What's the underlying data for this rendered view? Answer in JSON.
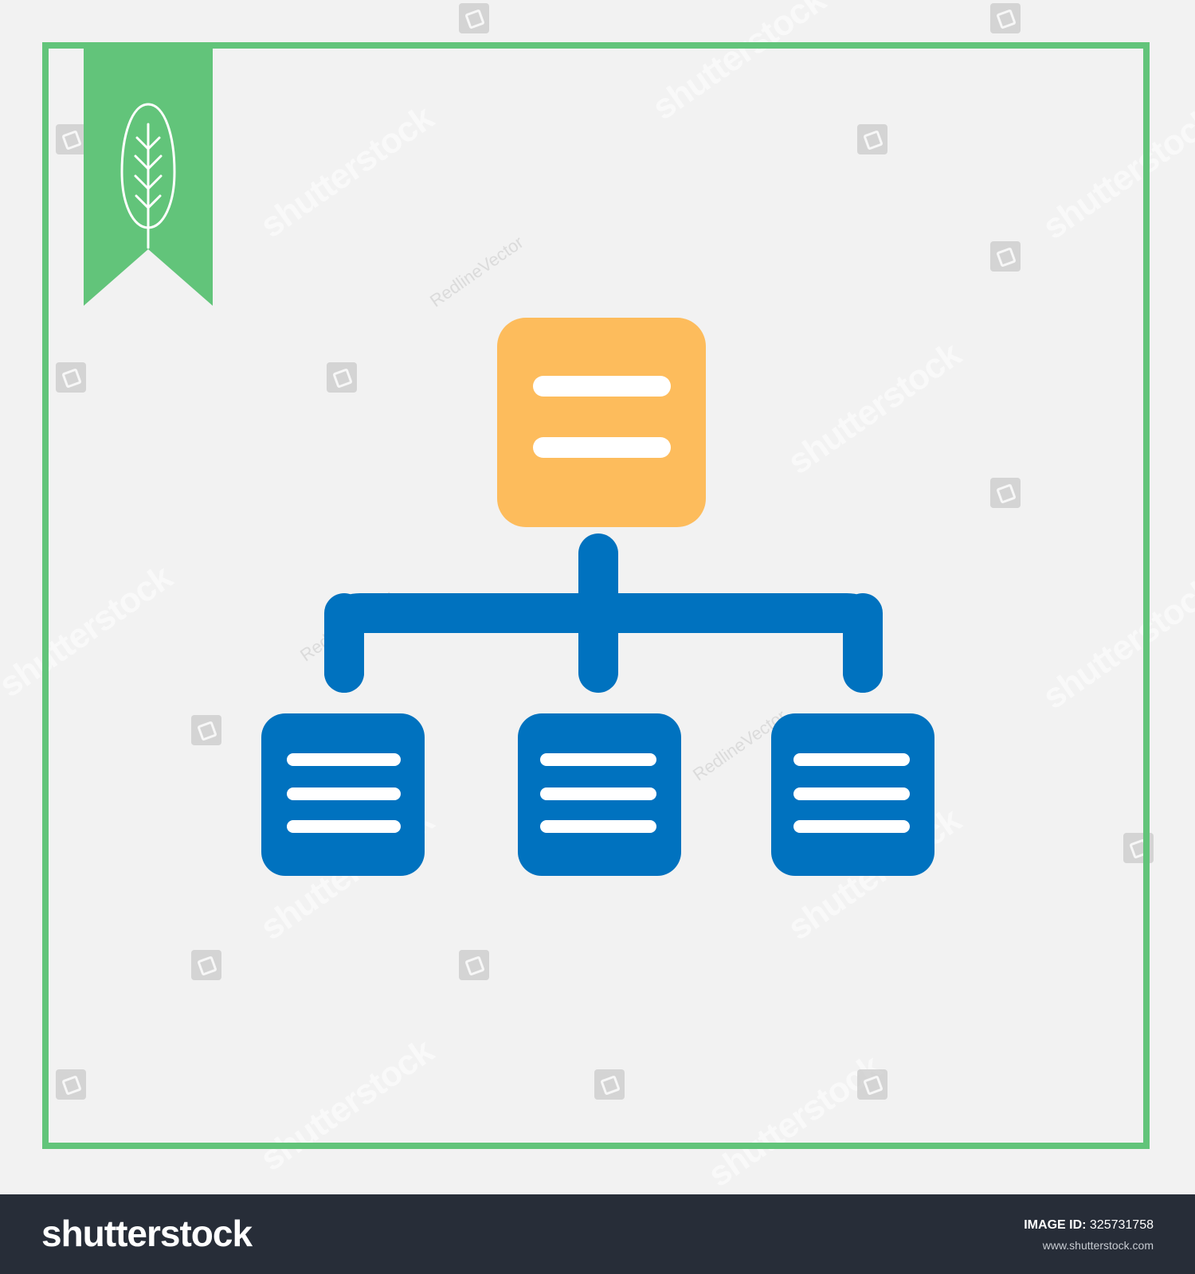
{
  "colors": {
    "frame": "#62c47a",
    "root_node": "#fdbc5c",
    "child_node": "#0072bf",
    "connector": "#0072bf",
    "node_lines": "#ffffff",
    "background": "#f2f2f2",
    "footer_bg": "#272d38"
  },
  "icons": {
    "bookmark": "bookmark-ribbon-icon",
    "leaf": "leaf-icon"
  },
  "diagram": {
    "root": {
      "lines": 2
    },
    "children": [
      {
        "lines": 3
      },
      {
        "lines": 3
      },
      {
        "lines": 3
      }
    ]
  },
  "watermarks": {
    "brand": "shutterstock",
    "author": "RedlineVector"
  },
  "footer": {
    "logo": "shutterstock",
    "image_id_label": "IMAGE ID:",
    "image_id_value": "325731758",
    "url": "www.shutterstock.com"
  }
}
